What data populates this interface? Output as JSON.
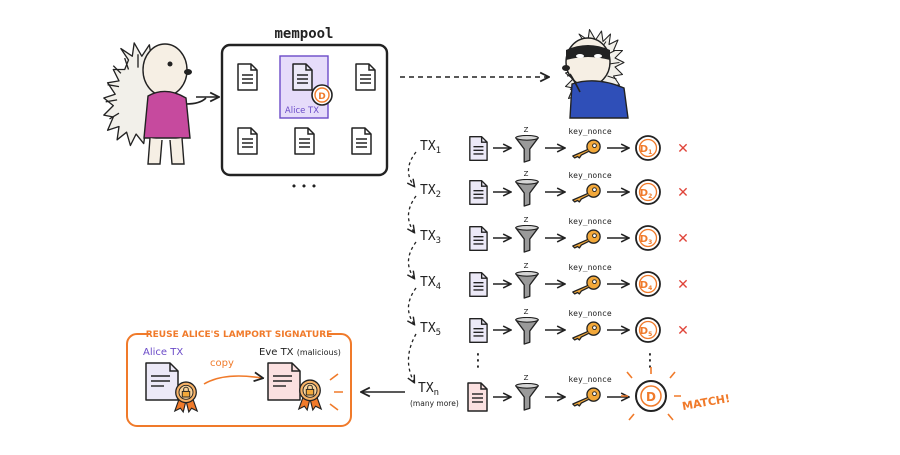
{
  "mempool": {
    "title": "mempool",
    "alice_tx_label": "Alice TX",
    "badge_letter": "D",
    "more": "• • •"
  },
  "tx_rows": [
    {
      "label": "TX",
      "sub": "1",
      "key": "key_nonce",
      "d": "D",
      "dsub": "1",
      "result": "✕"
    },
    {
      "label": "TX",
      "sub": "2",
      "key": "key_nonce",
      "d": "D",
      "dsub": "2",
      "result": "✕"
    },
    {
      "label": "TX",
      "sub": "3",
      "key": "key_nonce",
      "d": "D",
      "dsub": "3",
      "result": "✕"
    },
    {
      "label": "TX",
      "sub": "4",
      "key": "key_nonce",
      "d": "D",
      "dsub": "4",
      "result": "✕"
    },
    {
      "label": "TX",
      "sub": "5",
      "key": "key_nonce",
      "d": "D",
      "dsub": "5",
      "result": "✕"
    }
  ],
  "last_row": {
    "label": "TX",
    "sub": "n",
    "note": "(many more)",
    "key": "key_nonce",
    "d": "D",
    "match": "MATCH!"
  },
  "funnel_mark": "Z",
  "vdots": "⋮",
  "reuse_box": {
    "title": "REUSE ALICE'S LAMPORT SIGNATURE",
    "alice_label": "Alice TX",
    "copy_label": "copy",
    "eve_label": "Eve TX",
    "eve_note": "(malicious)"
  },
  "colors": {
    "accent_orange": "#f07a2a",
    "alice_purple": "#6b4bc8",
    "alice_fill": "#e6dcfa",
    "doc_fill": "#ece9f7",
    "eve_fill": "#fbe0e0",
    "key_yellow": "#f2a83a",
    "x_red": "#e0453a",
    "alice_shirt": "#c64a9e",
    "eve_shirt": "#2f4fb8"
  },
  "icons": [
    "document-icon",
    "funnel-icon",
    "key-icon",
    "d-token-icon",
    "x-icon",
    "ribbon-seal-icon",
    "hedgehog-alice",
    "hedgehog-eve"
  ]
}
